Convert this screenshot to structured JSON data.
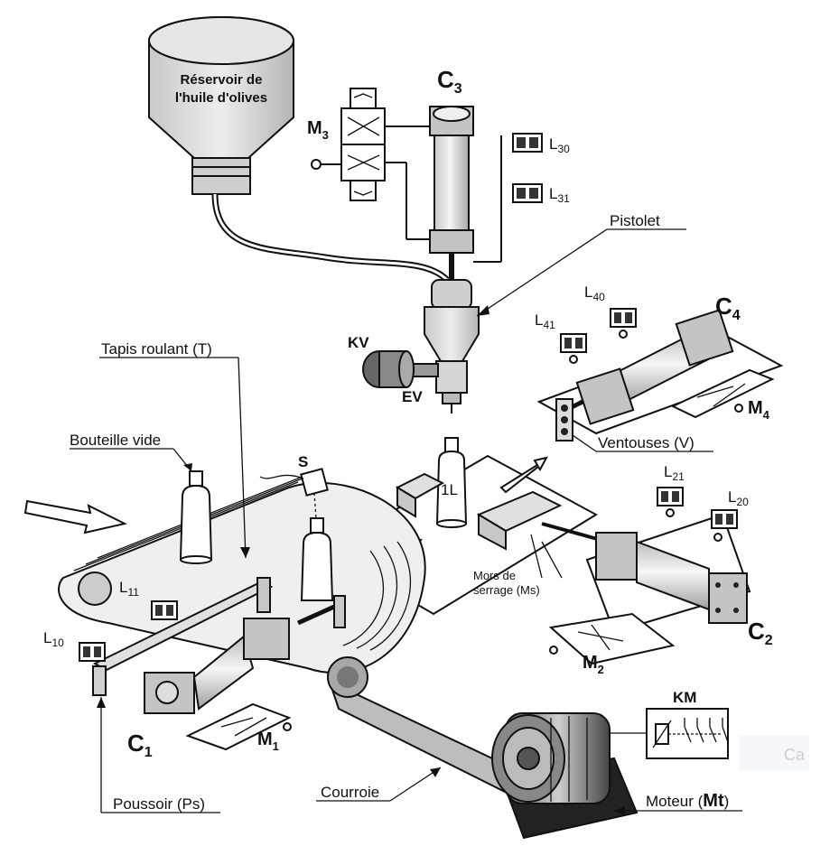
{
  "tank": {
    "line1": "Réservoir de",
    "line2": "l'huile d'olives"
  },
  "cylinders": {
    "c1": {
      "letter": "C",
      "index": "1"
    },
    "c2": {
      "letter": "C",
      "index": "2"
    },
    "c3": {
      "letter": "C",
      "index": "3"
    },
    "c4": {
      "letter": "C",
      "index": "4"
    }
  },
  "valves": {
    "m1": {
      "letter": "M",
      "index": "1"
    },
    "m2": {
      "letter": "M",
      "index": "2"
    },
    "m3": {
      "letter": "M",
      "index": "3"
    },
    "m4": {
      "letter": "M",
      "index": "4"
    }
  },
  "sensors": {
    "l10": {
      "letter": "L",
      "index": "10"
    },
    "l11": {
      "letter": "L",
      "index": "11"
    },
    "l20": {
      "letter": "L",
      "index": "20"
    },
    "l21": {
      "letter": "L",
      "index": "21"
    },
    "l30": {
      "letter": "L",
      "index": "30"
    },
    "l31": {
      "letter": "L",
      "index": "31"
    },
    "l40": {
      "letter": "L",
      "index": "40"
    },
    "l41": {
      "letter": "L",
      "index": "41"
    }
  },
  "labels": {
    "pistolet": "Pistolet",
    "kv": "KV",
    "ev": "EV",
    "tapis": "Tapis roulant (T)",
    "bouteille": "Bouteille vide",
    "s": "S",
    "one_l": "1L",
    "mors_1": "Mors de",
    "mors_2": "serrage (Ms)",
    "ventouses": "Ventouses (V)",
    "poussoir": "Poussoir (Ps)",
    "courroie": "Courroie",
    "moteur_prefix": "Moteur (",
    "moteur_code": "Mt",
    "moteur_suffix": ")",
    "km": "KM",
    "watermark": "Ca"
  }
}
